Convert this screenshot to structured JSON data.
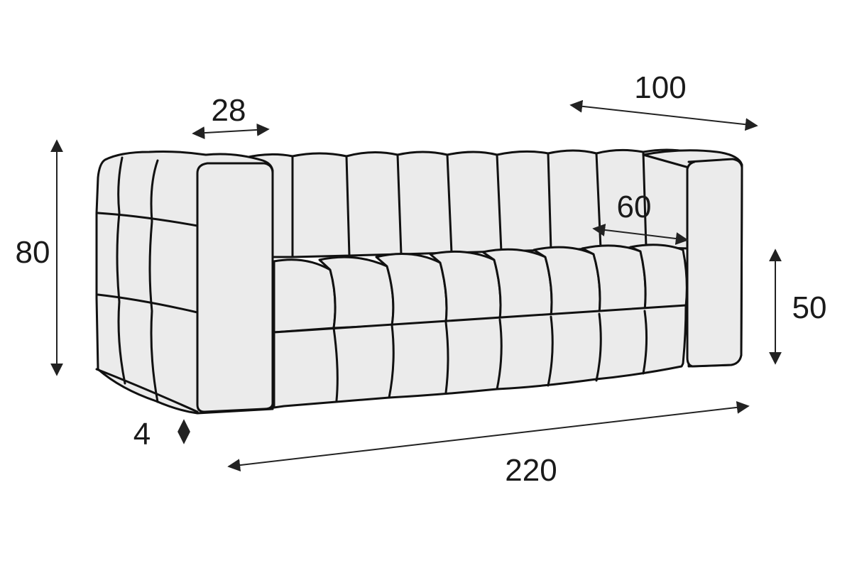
{
  "dimensions": {
    "armrest_width": "28",
    "depth": "100",
    "height": "80",
    "seat_depth": "60",
    "seat_height": "50",
    "leg_height": "4",
    "length": "220"
  },
  "colors": {
    "upholstery_fill": "#ebebeb",
    "outline": "#111111",
    "arrow": "#222222",
    "background": "#ffffff"
  }
}
